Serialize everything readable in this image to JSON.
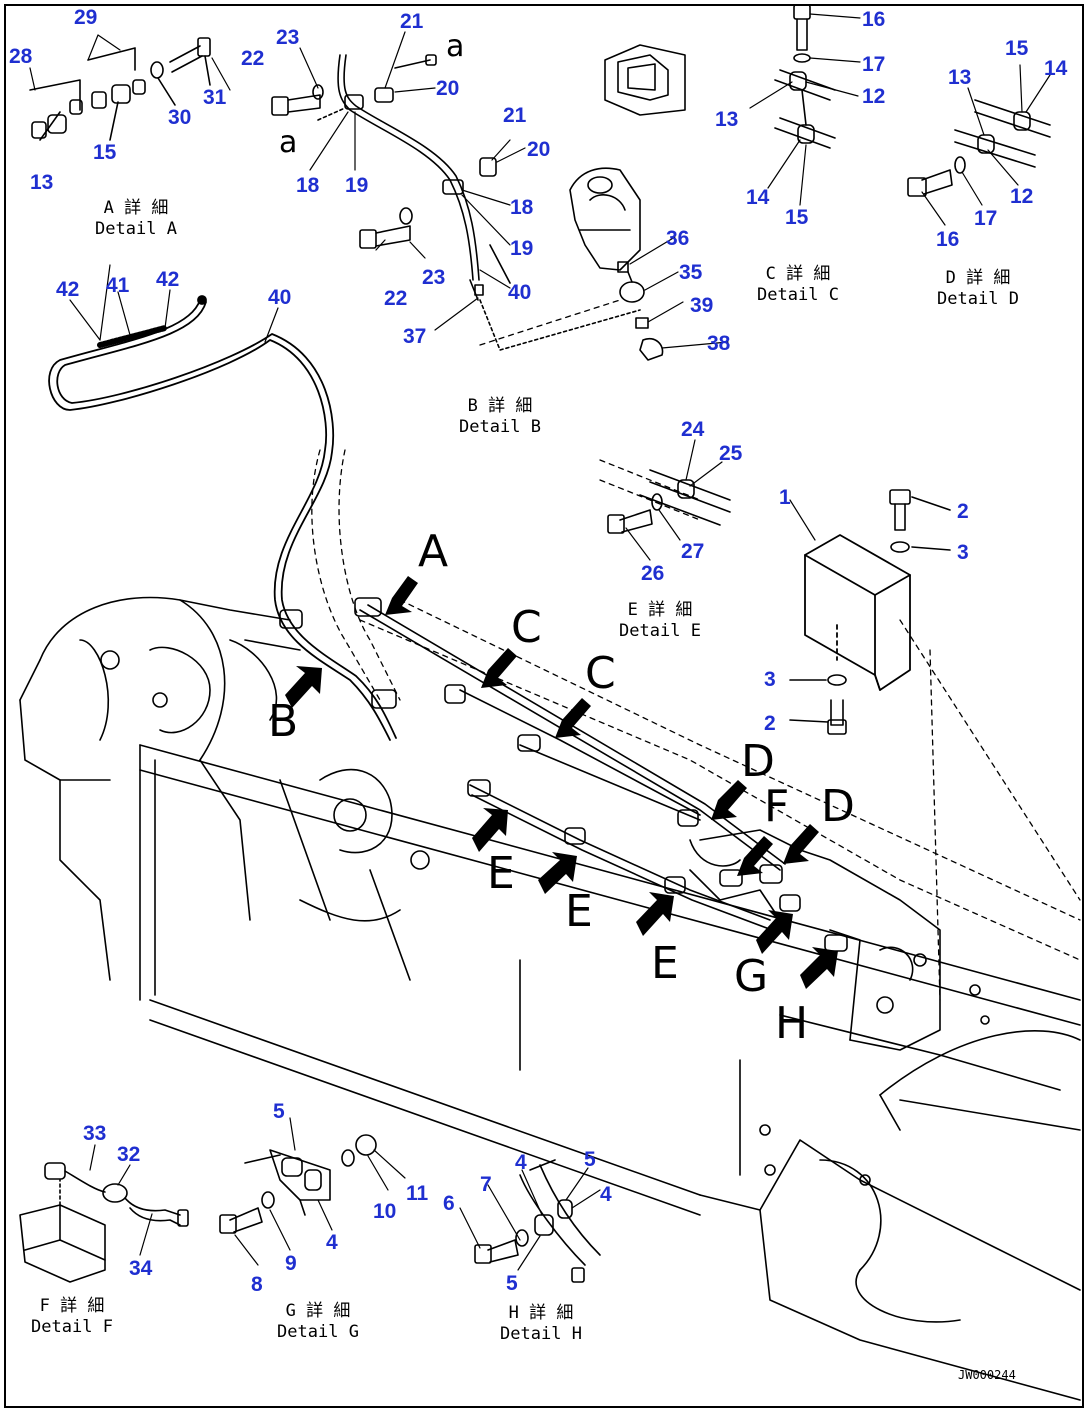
{
  "detail_captions": {
    "a": {
      "jp": "A 詳 細",
      "en": "Detail A"
    },
    "b": {
      "jp": "B 詳 細",
      "en": "Detail B"
    },
    "c": {
      "jp": "C 詳 細",
      "en": "Detail C"
    },
    "d": {
      "jp": "D 詳 細",
      "en": "Detail D"
    },
    "e": {
      "jp": "E 詳 細",
      "en": "Detail E"
    },
    "f": {
      "jp": "F 詳 細",
      "en": "Detail F"
    },
    "g": {
      "jp": "G 詳 細",
      "en": "Detail G"
    },
    "h": {
      "jp": "H 詳 細",
      "en": "Detail H"
    }
  },
  "view_letters": {
    "a": "A",
    "b": "B",
    "c": "C",
    "d": "D",
    "e": "E",
    "f": "F",
    "g": "G",
    "h": "H"
  },
  "connection_mark": "a",
  "drawing_code": "JW000244",
  "callouts": {
    "n1": "1",
    "n2": "2",
    "n3": "3",
    "n4": "4",
    "n5": "5",
    "n6": "6",
    "n7": "7",
    "n8": "8",
    "n9": "9",
    "n10": "10",
    "n11": "11",
    "n12": "12",
    "n13": "13",
    "n14": "14",
    "n15": "15",
    "n16": "16",
    "n17": "17",
    "n18": "18",
    "n19": "19",
    "n20": "20",
    "n21": "21",
    "n22": "22",
    "n23": "23",
    "n24": "24",
    "n25": "25",
    "n26": "26",
    "n27": "27",
    "n28": "28",
    "n29": "29",
    "n30": "30",
    "n31": "31",
    "n32": "32",
    "n33": "33",
    "n34": "34",
    "n35": "35",
    "n36": "36",
    "n37": "37",
    "n38": "38",
    "n39": "39",
    "n40": "40",
    "n41": "41",
    "n42": "42"
  },
  "colors": {
    "callout": "#1f2fd0",
    "line": "#000000",
    "background": "#ffffff"
  }
}
